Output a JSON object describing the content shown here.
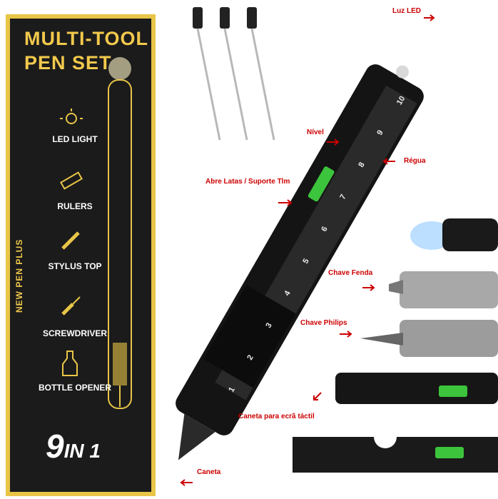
{
  "box": {
    "title_line1": "MULTI-TOOL",
    "title_line2": "PEN SET",
    "features": [
      "LED LIGHT",
      "RULERS",
      "STYLUS TOP",
      "SCREWDRIVER",
      "BOTTLE OPENER"
    ],
    "side_text": "NEW PEN PLUS",
    "count_main": "9",
    "count_suffix": "IN 1"
  },
  "labels": {
    "luz_led": "Luz LED",
    "nivel": "Nível",
    "regua": "Régua",
    "abre_latas": "Abre Latas / Suporte Tlm",
    "chave_fenda": "Chave Fenda",
    "chave_philips": "Chave Philips",
    "caneta_ecra": "Caneta para ecrã táctil",
    "caneta": "Caneta"
  },
  "ruler_numbers": [
    "1",
    "2",
    "3",
    "4",
    "5",
    "6",
    "7",
    "8",
    "9",
    "10"
  ],
  "colors": {
    "accent": "#f2c94c",
    "box_bg": "#1b1b1b",
    "label": "#cc0000",
    "level": "#3cc43c"
  }
}
